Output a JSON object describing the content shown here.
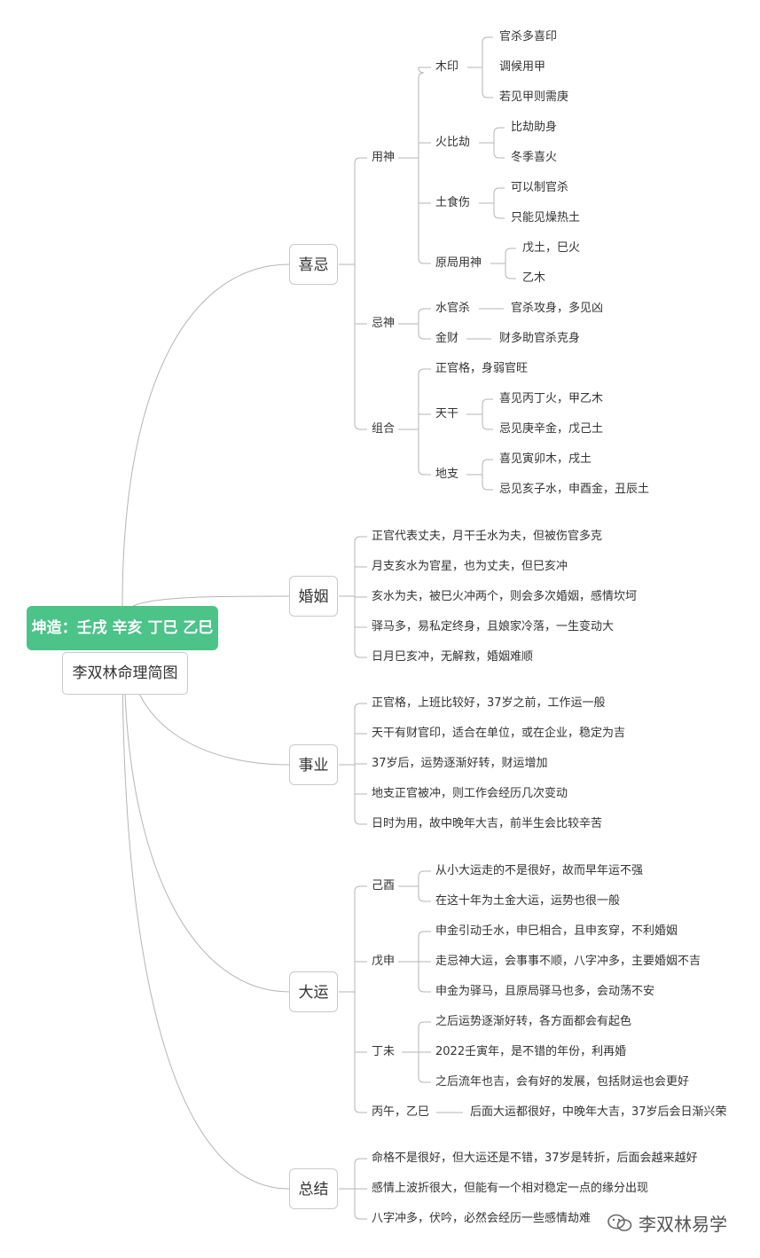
{
  "root": {
    "title": "坤造：壬戌 辛亥 丁巳 乙巳",
    "subtitle": "李双林命理简图"
  },
  "watermark": "李双林易学",
  "colors": {
    "root_bg": "#4cc389",
    "line": "#b5b5b5"
  },
  "branches": {
    "xiji": {
      "label": "喜忌",
      "yongshen": {
        "label": "用神",
        "muyin": {
          "label": "木印",
          "items": [
            "官杀多喜印",
            "调候用甲",
            "若见甲则需庚"
          ]
        },
        "huobijie": {
          "label": "火比劫",
          "items": [
            "比劫助身",
            "冬季喜火"
          ]
        },
        "tushishang": {
          "label": "土食伤",
          "items": [
            "可以制官杀",
            "只能见燥热土"
          ]
        },
        "yuanju": {
          "label": "原局用神",
          "items": [
            "戊土，巳火",
            "乙木"
          ]
        }
      },
      "jishen": {
        "label": "忌神",
        "shuiguansha": {
          "label": "水官杀",
          "item": "官杀攻身，多见凶"
        },
        "jincai": {
          "label": "金财",
          "item": "财多助官杀克身"
        }
      },
      "zuhe": {
        "label": "组合",
        "zhengguan": "正官格，身弱官旺",
        "tiangan": {
          "label": "天干",
          "items": [
            "喜见丙丁火，甲乙木",
            "忌见庚辛金，戊己土"
          ]
        },
        "dizhi": {
          "label": "地支",
          "items": [
            "喜见寅卯木，戌土",
            "忌见亥子水，申酉金，丑辰土"
          ]
        }
      }
    },
    "hunyin": {
      "label": "婚姻",
      "items": [
        "正官代表丈夫，月干壬水为夫，但被伤官多克",
        "月支亥水为官星，也为丈夫，但巳亥冲",
        "亥水为夫，被巳火冲两个，则会多次婚姻，感情坎坷",
        "驿马多，易私定终身，且娘家冷落，一生变动大",
        "日月巳亥冲，无解救，婚姻难顺"
      ]
    },
    "shiye": {
      "label": "事业",
      "items": [
        "正官格，上班比较好，37岁之前，工作运一般",
        "天干有财官印，适合在单位，或在企业，稳定为吉",
        "37岁后，运势逐渐好转，财运增加",
        "地支正官被冲，则工作会经历几次变动",
        "日时为用，故中晚年大吉，前半生会比较辛苦"
      ]
    },
    "dayun": {
      "label": "大运",
      "jiyou": {
        "label": "己酉",
        "items": [
          "从小大运走的不是很好，故而早年运不强",
          "在这十年为土金大运，运势也很一般"
        ]
      },
      "wushen": {
        "label": "戊申",
        "items": [
          "申金引动壬水，申巳相合，且申亥穿，不利婚姻",
          "走忌神大运，会事事不顺，八字冲多，主要婚姻不吉",
          "申金为驿马，且原局驿马也多，会动荡不安"
        ]
      },
      "dingwei": {
        "label": "丁未",
        "items": [
          "之后运势逐渐好转，各方面都会有起色",
          "2022壬寅年，是不错的年份，利再婚",
          "之后流年也吉，会有好的发展，包括财运也会更好"
        ]
      },
      "bingwu": {
        "label": "丙午，乙巳",
        "item": "后面大运都很好，中晚年大吉，37岁后会日渐兴荣"
      }
    },
    "zongjie": {
      "label": "总结",
      "items": [
        "命格不是很好，但大运还是不错，37岁是转折，后面会越来越好",
        "感情上波折很大，但能有一个相对稳定一点的缘分出现",
        "八字冲多，伏吟，必然会经历一些感情劫难"
      ]
    }
  }
}
